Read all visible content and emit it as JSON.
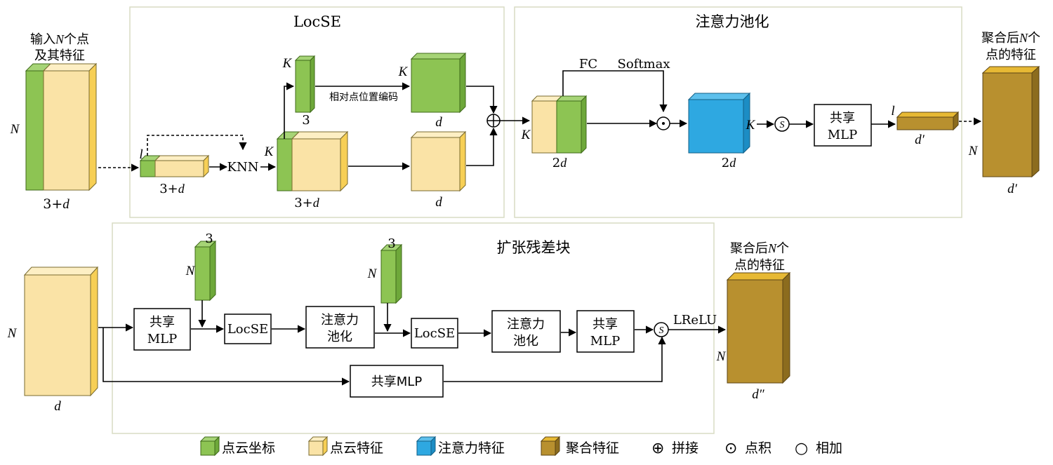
{
  "panels": {
    "locse": "LocSE",
    "attn_pool": "注意力池化",
    "dilated_residual": "扩张残差块"
  },
  "input": {
    "title_pre": "输入",
    "title_n": "N",
    "title_post": "个点",
    "title_line2": "及其特征",
    "n": "N",
    "dim": "3+",
    "dim_d": "d"
  },
  "locse": {
    "l": "l",
    "dim_in_pre": "3+",
    "dim_in_d": "d",
    "knn": "KNN",
    "k": "K",
    "coord_dim": "3",
    "pos_enc": "相对点位置编码",
    "concat_dim_pre": "3+",
    "concat_dim_d": "d",
    "enc_dim": "d",
    "feat_dim": "d"
  },
  "attention": {
    "fc": "FC",
    "softmax": "Softmax",
    "k1": "K",
    "k2": "K",
    "dim1_pre": "2",
    "dim1_d": "d",
    "dim2_pre": "2",
    "dim2_d": "d",
    "sum_symbol": "S",
    "mlp_l1": "共享",
    "mlp_l2": "MLP",
    "out_l": "l",
    "out_dim": "d′"
  },
  "output_top": {
    "title_pre": "聚合后",
    "title_n": "N",
    "title_post": "个",
    "title_line2": "点的特征",
    "n": "N",
    "dim": "d′"
  },
  "residual": {
    "input_n": "N",
    "input_dim": "d",
    "mlp1_l1": "共享",
    "mlp1_l2": "MLP",
    "coord1_dim": "3",
    "coord1_n": "N",
    "locse1": "LocSE",
    "pool1_l1": "注意力",
    "pool1_l2": "池化",
    "coord2_dim": "3",
    "coord2_n": "N",
    "locse2": "LocSE",
    "pool2_l1": "注意力",
    "pool2_l2": "池化",
    "mlp2_l1": "共享",
    "mlp2_l2": "MLP",
    "shortcut_mlp": "共享MLP",
    "sum_symbol": "S",
    "lrelu": "LReLU",
    "out_title_pre": "聚合后",
    "out_title_n": "N",
    "out_title_post": "个",
    "out_title_line2": "点的特征",
    "out_n": "N",
    "out_dim": "d″"
  },
  "legend": {
    "coord": "点云坐标",
    "feature": "点云特征",
    "attention": "注意力特征",
    "aggregated": "聚合特征",
    "concat_symbol": "⊕",
    "concat": "拼接",
    "dot_symbol": "⊙",
    "dot": "点积",
    "add_symbol": "○",
    "add": "相加"
  },
  "colors": {
    "coord": "#8dc453",
    "feature": "#fae3a6",
    "attention": "#2ea8e1",
    "aggregated": "#b8902f"
  }
}
